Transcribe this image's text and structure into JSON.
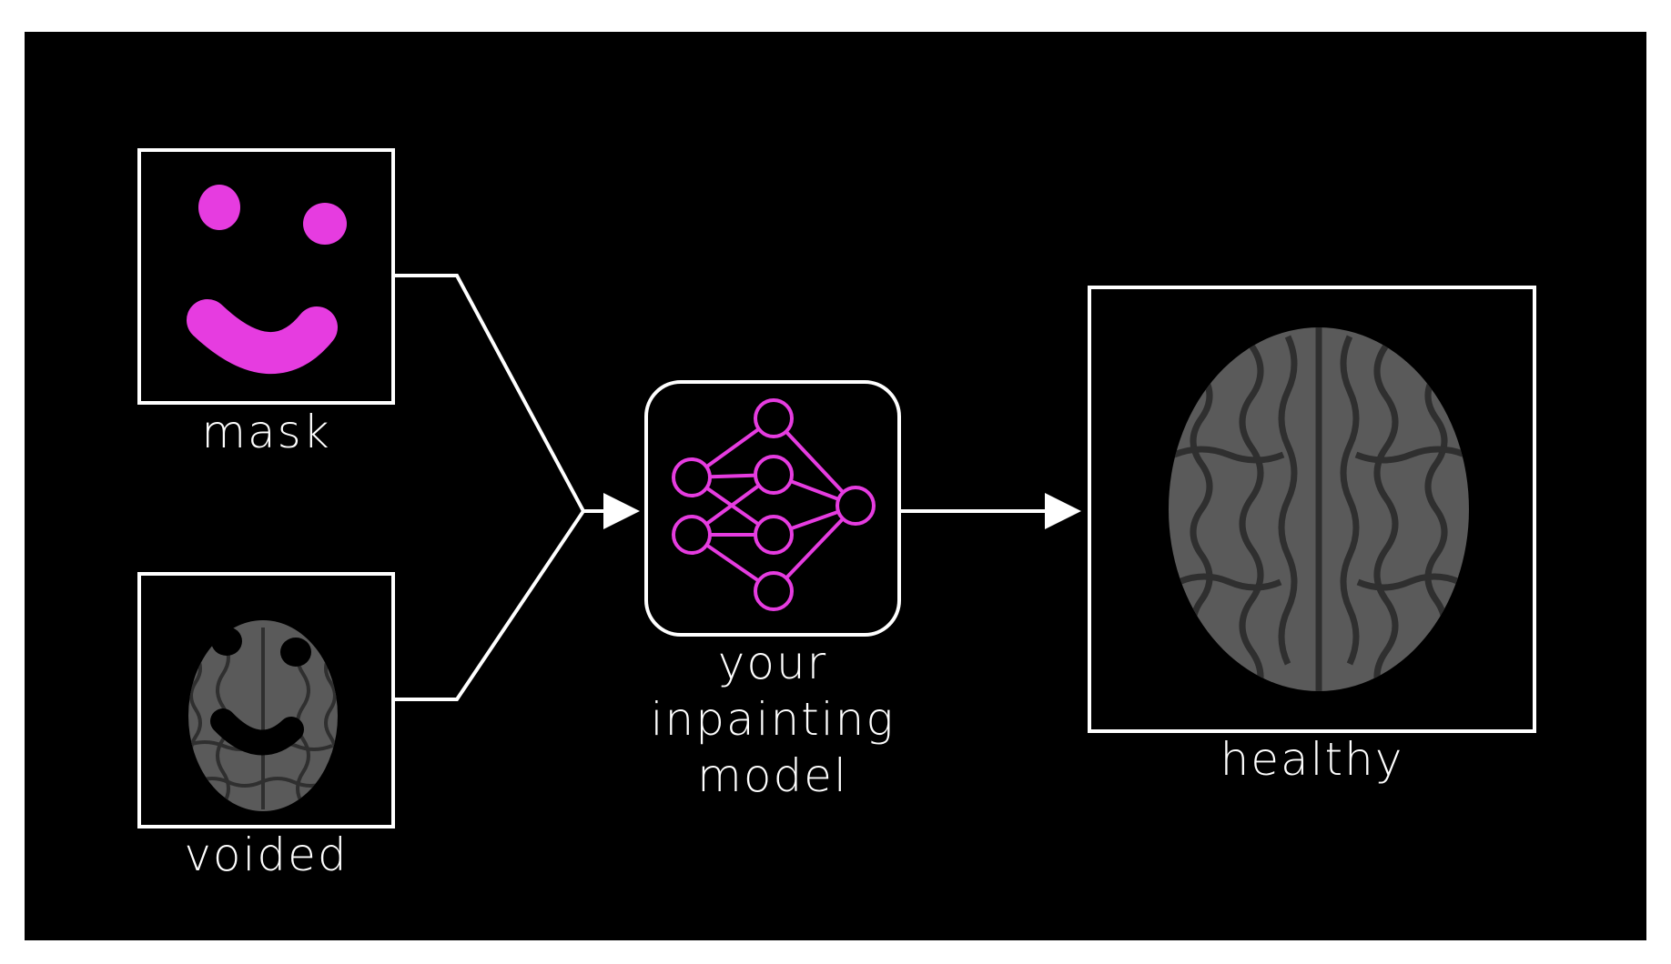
{
  "labels": {
    "mask": "mask",
    "voided": "voided",
    "model_line1": "your",
    "model_line2": "inpainting",
    "model_line3": "model",
    "healthy": "healthy"
  },
  "icons": {
    "mask": "smiley-mask-icon",
    "voided": "voided-brain-icon",
    "model": "neural-network-icon",
    "healthy": "brain-scan-icon"
  },
  "colors": {
    "background": "#000000",
    "stroke": "#ffffff",
    "accent": "#e63ce0",
    "brain": "#5a5a5a"
  }
}
